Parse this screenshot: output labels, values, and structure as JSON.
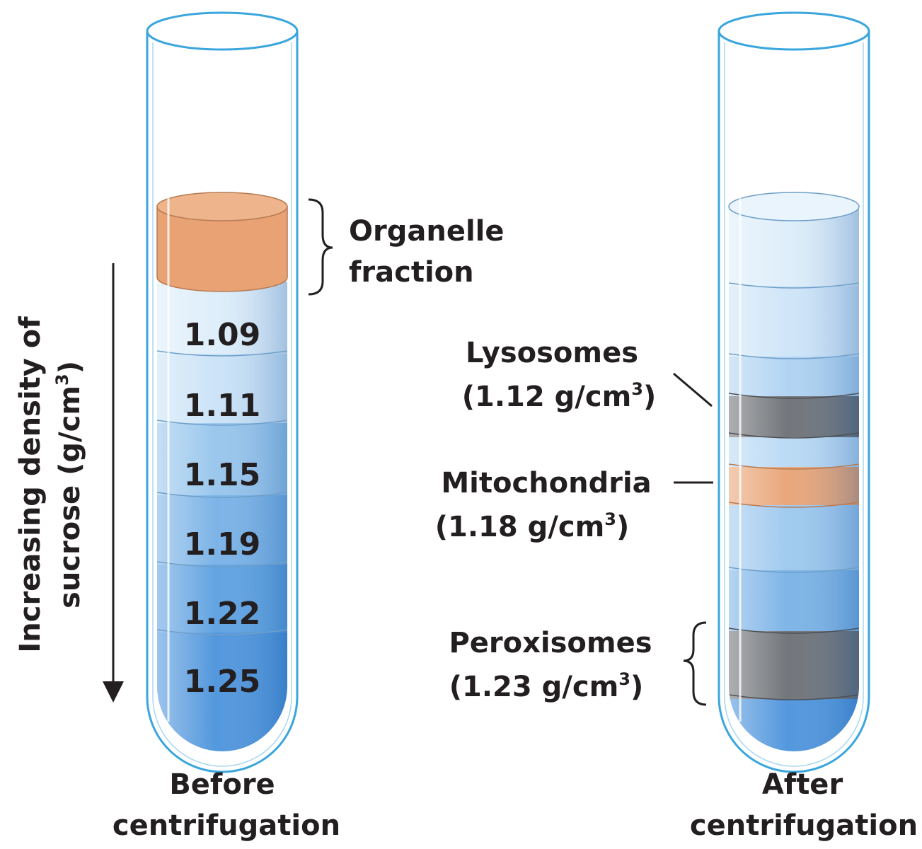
{
  "axis_label": {
    "line1": "Increasing density of",
    "line2_pre": "sucrose (g/cm",
    "line2_sup": "3",
    "line2_post": ")"
  },
  "before_tube": {
    "caption_line1": "Before",
    "caption_line2": "centrifugation",
    "fraction_label_line1": "Organelle",
    "fraction_label_line2": "fraction",
    "layers": [
      "1.09",
      "1.11",
      "1.15",
      "1.19",
      "1.22",
      "1.25"
    ]
  },
  "after_tube": {
    "caption_line1": "After",
    "caption_line2": "centrifugation",
    "bands": [
      {
        "name": "Lysosomes",
        "density_pre": "(1.12 g/cm",
        "sup": "3",
        "post": ")"
      },
      {
        "name": "Mitochondria",
        "density_pre": "(1.18 g/cm",
        "sup": "3",
        "post": ")"
      },
      {
        "name": "Peroxisomes",
        "density_pre": "(1.23 g/cm",
        "sup": "3",
        "post": ")"
      }
    ]
  },
  "colors": {
    "organelle_fraction": "#e8a273",
    "lysosome_band": "#6b6e73",
    "mitochondria_band": "#e8a273",
    "peroxisome_band": "#6b6e73",
    "tube_outline": "#3aa6dd",
    "sucrose_light": "#dcedfa",
    "sucrose_dark": "#2d82d0"
  }
}
